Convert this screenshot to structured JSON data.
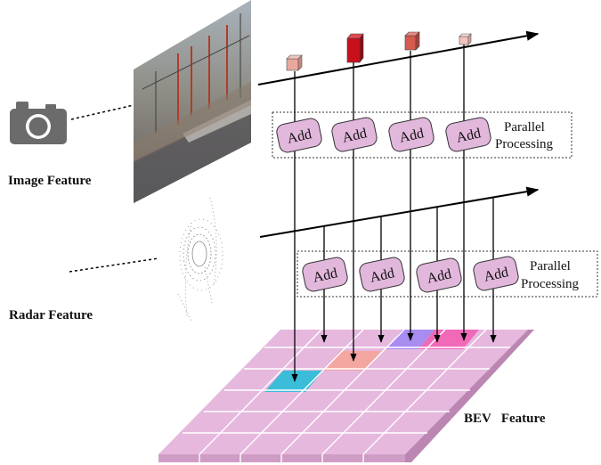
{
  "labels": {
    "image_feature": "Image Feature",
    "radar_feature": "Radar Feature",
    "bev_feature": "BEV   Feature",
    "parallel_line1": "Parallel",
    "parallel_line2": "Processing",
    "add": "Add"
  },
  "icons": {
    "camera": "camera-icon"
  },
  "colors": {
    "grid_fill": "#e6b8de",
    "grid_line": "#ffffff",
    "grid_side": "#c98fc0",
    "add_fill": "#e2b7dc",
    "cell_cyan": "#3bbcd8",
    "cell_salmon": "#f4a6a0",
    "cell_violet": "#a88cf0",
    "cell_magenta": "#f06ab8",
    "cube_light": "#e8a89e",
    "cube_red": "#c8101c",
    "cube_mid": "#d75a50",
    "cube_pale": "#f2c2bc"
  }
}
